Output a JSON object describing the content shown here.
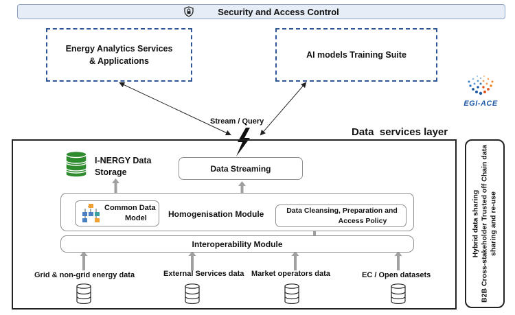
{
  "top_bar": {
    "label": "Security and Access Control",
    "icon": "shield-lock-icon"
  },
  "consumers": {
    "analytics": {
      "line1": "Energy Analytics Services",
      "line2": "& Applications"
    },
    "ai": {
      "label": "AI models Training Suite"
    }
  },
  "stream_label": "Stream / Query",
  "logo_text": "EGI-ACE",
  "layer_title": "Data  services layer",
  "storage": {
    "line1": "I-NERGY Data",
    "line2": "Storage"
  },
  "data_streaming": "Data Streaming",
  "homogenisation": {
    "label": "Homogenisation Module",
    "common_model": {
      "line1": "Common Data",
      "line2": "Model"
    },
    "cleansing": {
      "line1": "Data Cleansing, Preparation and",
      "line2": "Access Policy"
    }
  },
  "interoperability": "Interoperability Module",
  "sources": [
    "Grid & non-grid energy data",
    "External Services data",
    "Market operators data",
    "EC / Open datasets"
  ],
  "side_panel": {
    "line1": "Hybrid data sharing",
    "line2": "B2B Cross-stakeholder Trusted off Chain data",
    "line3": "sharing and re-use"
  },
  "colors": {
    "dashed_border": "#2e5597",
    "database_green": "#2e8b2e",
    "arrow_gray": "#a0a0a0",
    "bar_fill": "#e7edf6"
  }
}
